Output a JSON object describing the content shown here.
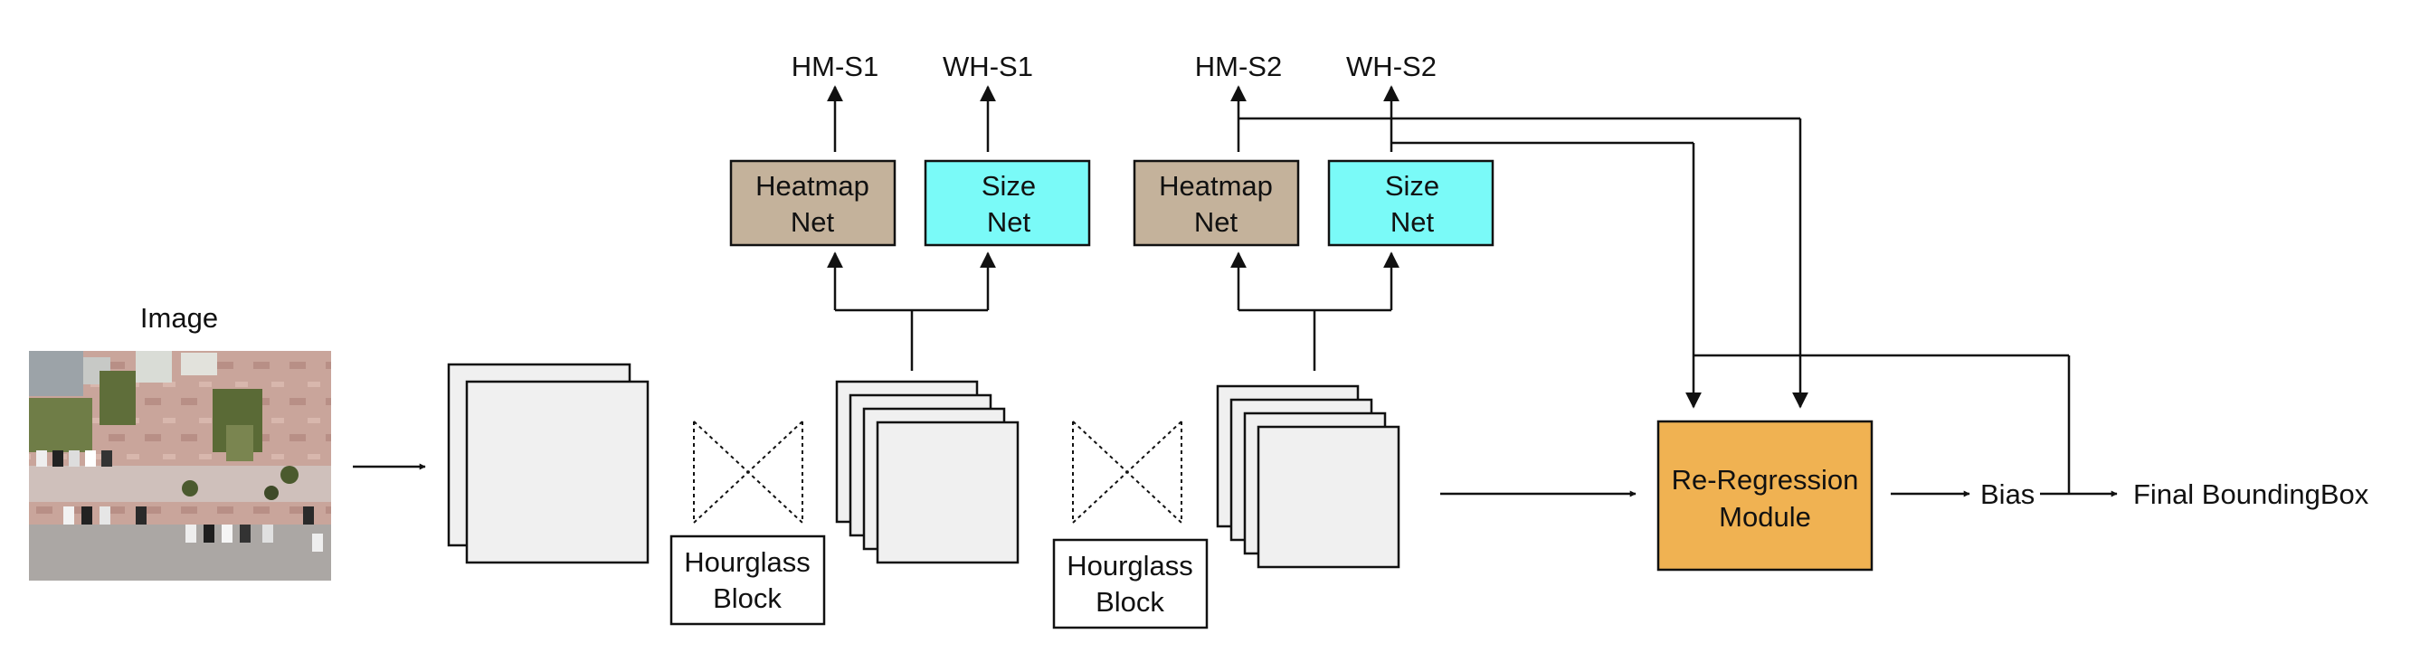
{
  "image_label": "Image",
  "outputs": {
    "hm_s1": "HM-S1",
    "wh_s1": "WH-S1",
    "hm_s2": "HM-S2",
    "wh_s2": "WH-S2"
  },
  "heads": {
    "heatmap_line1": "Heatmap",
    "heatmap_line2": "Net",
    "size_line1": "Size",
    "size_line2": "Net"
  },
  "hourglass": {
    "line1": "Hourglass",
    "line2": "Block"
  },
  "reregression": {
    "line1": "Re-Regression",
    "line2": "Module"
  },
  "bias_label": "Bias",
  "final_label": "Final BoundingBox",
  "colors": {
    "heatmap_net": "#c4b29b",
    "size_net": "#7afaf8",
    "reregression": "#f0b252",
    "feature_map": "#f0f0f0",
    "stroke": "#111111"
  }
}
